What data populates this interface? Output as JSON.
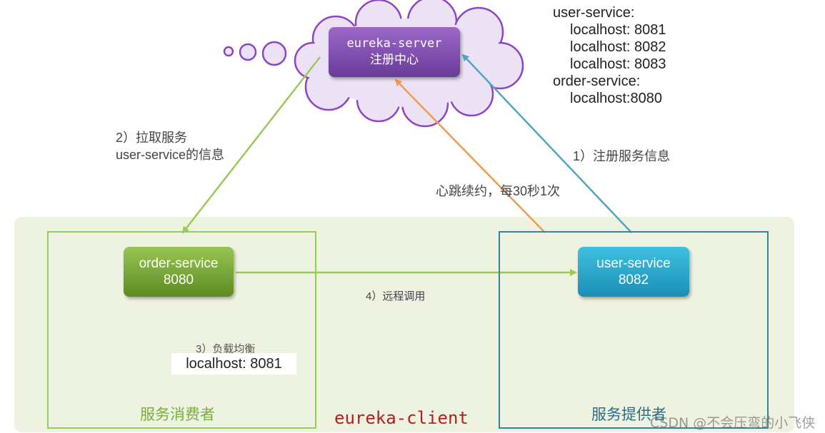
{
  "server": {
    "name": "eureka-server",
    "subtitle": "注册中心"
  },
  "registry": {
    "user_service_label": "user-service:",
    "user_service_hosts": [
      "localhost: 8081",
      "localhost: 8082",
      "localhost: 8083"
    ],
    "order_service_label": "order-service:",
    "order_service_host": "localhost:8080"
  },
  "consumer": {
    "name": "order-service",
    "port": "8080",
    "group_label": "服务消费者"
  },
  "provider": {
    "name": "user-service",
    "port": "8082",
    "group_label": "服务提供者"
  },
  "client_label": "eureka-client",
  "steps": {
    "register": "1）注册服务信息",
    "pull_line1": "2）拉取服务",
    "pull_line2": "user-service的信息",
    "load_balance": "3）负载均衡",
    "load_balance_result": "localhost: 8081",
    "remote_call": "4）远程调用",
    "heartbeat": "心跳续约，每30秒1次"
  },
  "watermark": "CSDN @不会压弯的小飞侠",
  "colors": {
    "server": "#7b4ba8",
    "consumer": "#77b03a",
    "provider": "#2aa3cc",
    "client_label": "#b41e1e",
    "pull_arrow": "#9bc85a",
    "register_arrow": "#4ea6c4",
    "heartbeat_arrow": "#f39a4c",
    "call_arrow": "#9bc85a"
  }
}
